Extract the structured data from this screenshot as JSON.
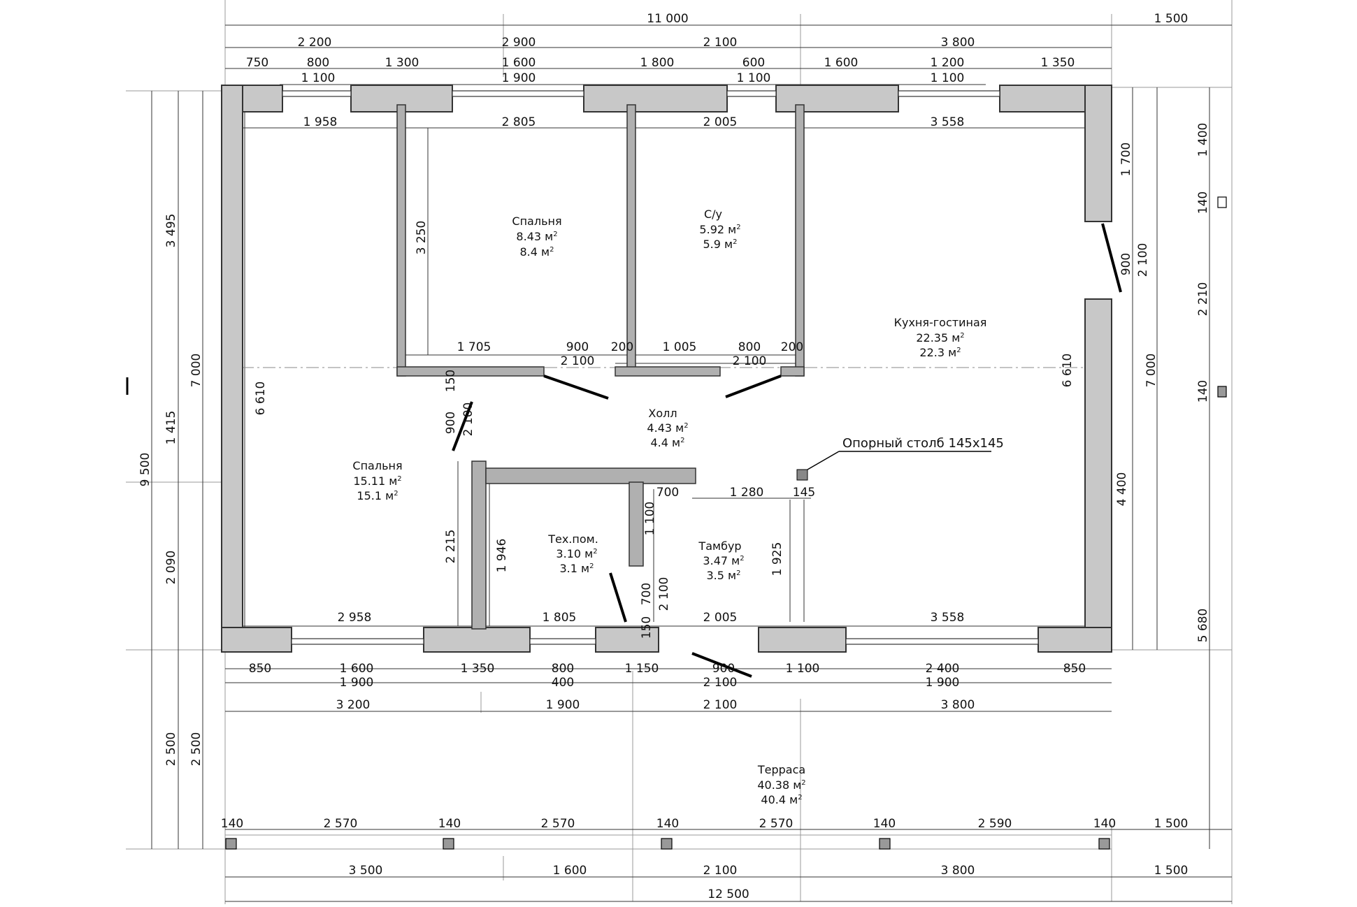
{
  "rooms": {
    "bedroom_top": {
      "name": "Спальня",
      "area1": "8.43 м",
      "area2": "8.4 м"
    },
    "bathroom": {
      "name": "С/у",
      "area1": "5.92 м",
      "area2": "5.9 м"
    },
    "kitchen": {
      "name": "Кухня-гостиная",
      "area1": "22.35 м",
      "area2": "22.3 м"
    },
    "hall": {
      "name": "Холл",
      "area1": "4.43 м",
      "area2": "4.4 м"
    },
    "bedroom_left": {
      "name": "Спальня",
      "area1": "15.11 м",
      "area2": "15.1 м"
    },
    "tech": {
      "name": "Тех.пом.",
      "area1": "3.10 м",
      "area2": "3.1 м"
    },
    "vestibule": {
      "name": "Тамбур",
      "area1": "3.47 м",
      "area2": "3.5 м"
    },
    "terrace": {
      "name": "Терраса",
      "area1": "40.38 м",
      "area2": "40.4 м"
    },
    "sup": "2"
  },
  "notes": {
    "support_column": "Опорный столб 145х145"
  },
  "dims": {
    "top_total": "11 000",
    "top_right": "1 500",
    "top_r1": [
      "2 200",
      "2 900",
      "2 100",
      "3 800"
    ],
    "top_r2": [
      "750",
      "800",
      "1 300",
      "1 600",
      "1 800",
      "600",
      "1 600",
      "1 200",
      "1 350"
    ],
    "top_windows": [
      "1 100",
      "1 900",
      "1 100",
      "1 100"
    ],
    "inner_top": [
      "1 958",
      "2 805",
      "2 005",
      "3 558"
    ],
    "mid_row": [
      "1 705",
      "900",
      "200",
      "1 005",
      "800",
      "200"
    ],
    "mid_doors": [
      "2 100",
      "2 100"
    ],
    "inner_bottom": [
      "2 958",
      "1 805",
      "2 005",
      "3 558"
    ],
    "bot_r1": [
      "850",
      "1 600",
      "1 350",
      "800",
      "1 150",
      "900",
      "1 100",
      "2 400",
      "850"
    ],
    "bot_r2": [
      "1 900",
      "400",
      "2 100",
      "1 900"
    ],
    "bot_r3": [
      "3 200",
      "1 900",
      "2 100",
      "3 800"
    ],
    "posts": [
      "140",
      "2 570",
      "140",
      "2 570",
      "140",
      "2 570",
      "140",
      "2 590",
      "140",
      "1 500"
    ],
    "base_r1": [
      "3 500",
      "1 600",
      "2 100",
      "3 800",
      "1 500"
    ],
    "base_total": "12 500",
    "left_outer": "9 500",
    "left_r2": [
      "3 495",
      "1 415",
      "2 090",
      "2 500"
    ],
    "left_r3": [
      "7 000",
      "2 500"
    ],
    "left_inner": [
      "6 610",
      "3 250"
    ],
    "hall_left": [
      "900",
      "2 100",
      "150"
    ],
    "left_bedroom": [
      "2 215",
      "1 946"
    ],
    "tech_dims": [
      "1 100",
      "700",
      "2 100",
      "150"
    ],
    "vest_dims": [
      "700",
      "1 280",
      "145",
      "1 925"
    ],
    "right_inner": [
      "6 610",
      "4 400"
    ],
    "right_r1": [
      "1 700",
      "900",
      "2 100",
      "7 000"
    ],
    "right_outer": [
      "1 400",
      "140",
      "2 210",
      "140",
      "5 680"
    ]
  }
}
